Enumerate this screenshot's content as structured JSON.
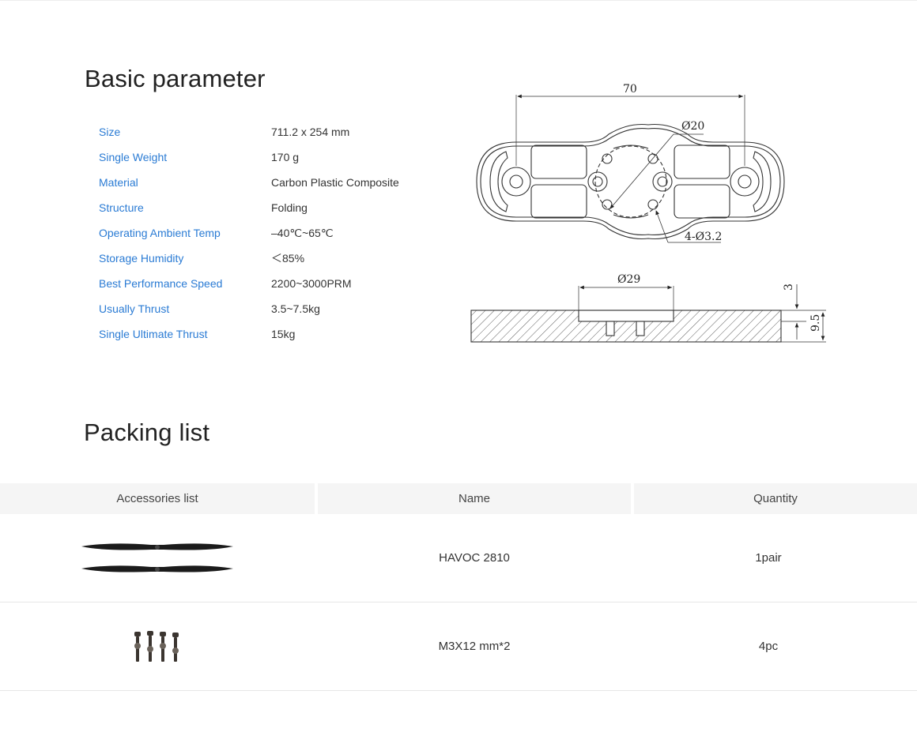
{
  "basic": {
    "title": "Basic parameter",
    "params": [
      {
        "label": "Size",
        "value": "711.2 x 254 mm"
      },
      {
        "label": "Single Weight",
        "value": "170 g"
      },
      {
        "label": "Material",
        "value": "Carbon Plastic Composite"
      },
      {
        "label": "Structure",
        "value": "Folding"
      },
      {
        "label": "Operating Ambient Temp",
        "value": "–40℃~65℃"
      },
      {
        "label": "Storage Humidity",
        "value": "＜85%"
      },
      {
        "label": "Best Performance Speed",
        "value": "2200~3000PRM"
      },
      {
        "label": "Usually Thrust",
        "value": "3.5~7.5kg"
      },
      {
        "label": "Single Ultimate Thrust",
        "value": "15kg"
      }
    ]
  },
  "drawing": {
    "dim_width": "70",
    "dim_center_dia": "Ø20",
    "dim_holes": "4-Ø3.2",
    "dim_hub_dia": "Ø29",
    "dim_step": "3",
    "dim_thickness": "9.5"
  },
  "packing": {
    "title": "Packing list",
    "headers": {
      "accessories": "Accessories list",
      "name": "Name",
      "quantity": "Quantity"
    },
    "rows": [
      {
        "image": "propeller-pair-image",
        "name": "HAVOC 2810",
        "quantity": "1pair"
      },
      {
        "image": "screws-image",
        "name": "M3X12 mm*2",
        "quantity": "4pc"
      }
    ]
  },
  "colors": {
    "label": "#2a7bd4",
    "text": "#333333",
    "header_bg": "#f5f5f5"
  }
}
